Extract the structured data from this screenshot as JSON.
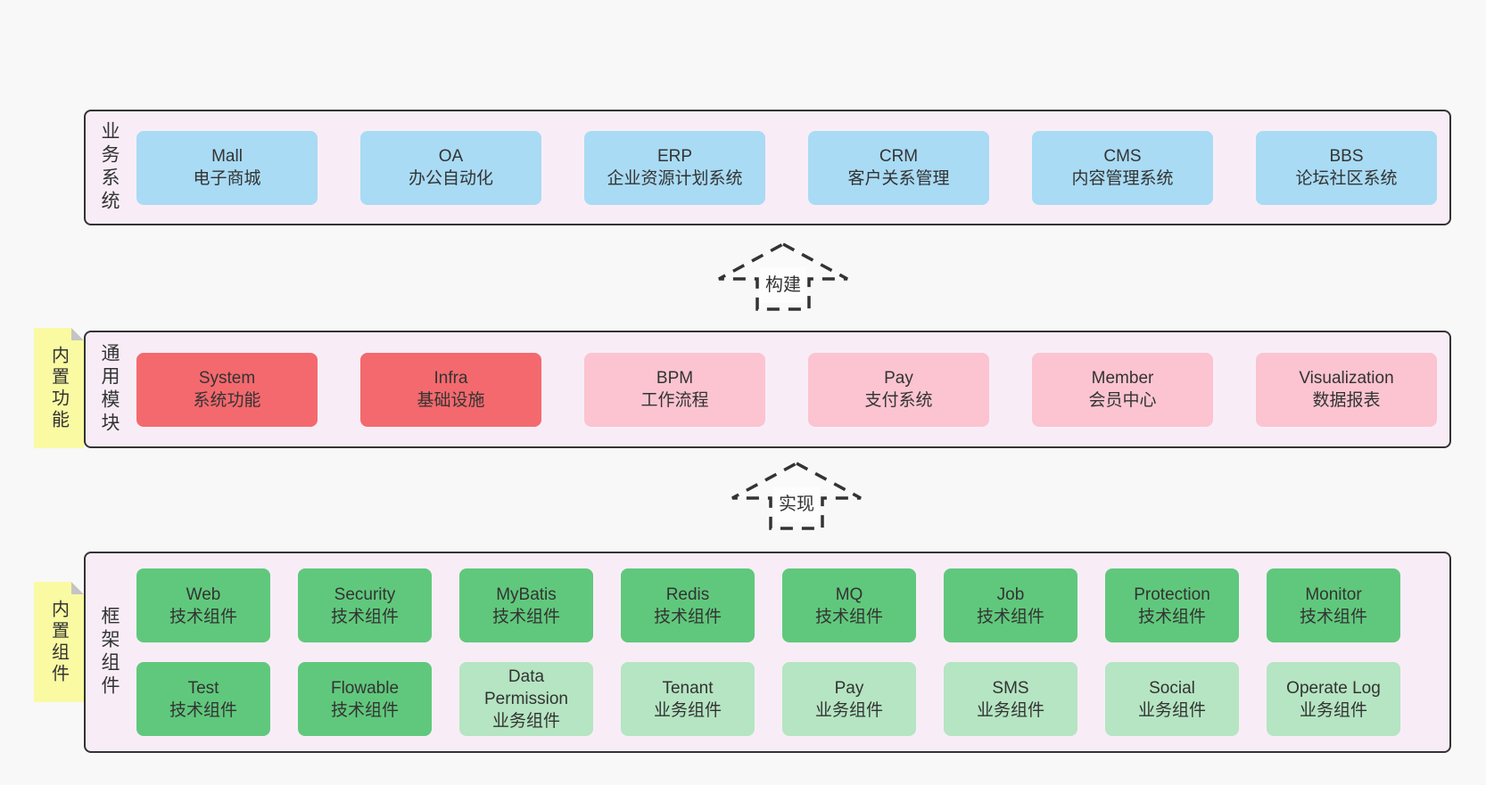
{
  "colors": {
    "page_bg": "#f8f8f8",
    "container_fill": "#f8edf7",
    "container_border": "#333333",
    "blue_box": "#a9dbf4",
    "red_box": "#f4696d",
    "pink_box": "#fbc4d0",
    "green_box": "#60c87c",
    "green_light_box": "#b5e5c2",
    "note_yellow": "#fafaa3",
    "note_fold": "#c4c4c4",
    "text": "#333333"
  },
  "arrows": {
    "build": "构建",
    "implement": "实现"
  },
  "sections": {
    "business": {
      "label": "业务系统",
      "boxes": [
        {
          "name": "Mall",
          "desc": "电子商城",
          "variant": "blue"
        },
        {
          "name": "OA",
          "desc": "办公自动化",
          "variant": "blue"
        },
        {
          "name": "ERP",
          "desc": "企业资源计划系统",
          "variant": "blue"
        },
        {
          "name": "CRM",
          "desc": "客户关系管理",
          "variant": "blue"
        },
        {
          "name": "CMS",
          "desc": "内容管理系统",
          "variant": "blue"
        },
        {
          "name": "BBS",
          "desc": "论坛社区系统",
          "variant": "blue"
        }
      ]
    },
    "modules": {
      "label": "通用模块",
      "note": "内置功能",
      "boxes": [
        {
          "name": "System",
          "desc": "系统功能",
          "variant": "red"
        },
        {
          "name": "Infra",
          "desc": "基础设施",
          "variant": "red"
        },
        {
          "name": "BPM",
          "desc": "工作流程",
          "variant": "pink"
        },
        {
          "name": "Pay",
          "desc": "支付系统",
          "variant": "pink"
        },
        {
          "name": "Member",
          "desc": "会员中心",
          "variant": "pink"
        },
        {
          "name": "Visualization",
          "desc": "数据报表",
          "variant": "pink"
        }
      ]
    },
    "framework": {
      "label": "框架组件",
      "note": "内置组件",
      "row1": [
        {
          "name": "Web",
          "desc": "技术组件",
          "variant": "green"
        },
        {
          "name": "Security",
          "desc": "技术组件",
          "variant": "green"
        },
        {
          "name": "MyBatis",
          "desc": "技术组件",
          "variant": "green"
        },
        {
          "name": "Redis",
          "desc": "技术组件",
          "variant": "green"
        },
        {
          "name": "MQ",
          "desc": "技术组件",
          "variant": "green"
        },
        {
          "name": "Job",
          "desc": "技术组件",
          "variant": "green"
        },
        {
          "name": "Protection",
          "desc": "技术组件",
          "variant": "green"
        },
        {
          "name": "Monitor",
          "desc": "技术组件",
          "variant": "green"
        }
      ],
      "row2": [
        {
          "name": "Test",
          "desc": "技术组件",
          "variant": "green"
        },
        {
          "name": "Flowable",
          "desc": "技术组件",
          "variant": "green"
        },
        {
          "name": "Data Permission",
          "desc": "业务组件",
          "variant": "green-light"
        },
        {
          "name": "Tenant",
          "desc": "业务组件",
          "variant": "green-light"
        },
        {
          "name": "Pay",
          "desc": "业务组件",
          "variant": "green-light"
        },
        {
          "name": "SMS",
          "desc": "业务组件",
          "variant": "green-light"
        },
        {
          "name": "Social",
          "desc": "业务组件",
          "variant": "green-light"
        },
        {
          "name": "Operate Log",
          "desc": "业务组件",
          "variant": "green-light"
        }
      ]
    }
  }
}
